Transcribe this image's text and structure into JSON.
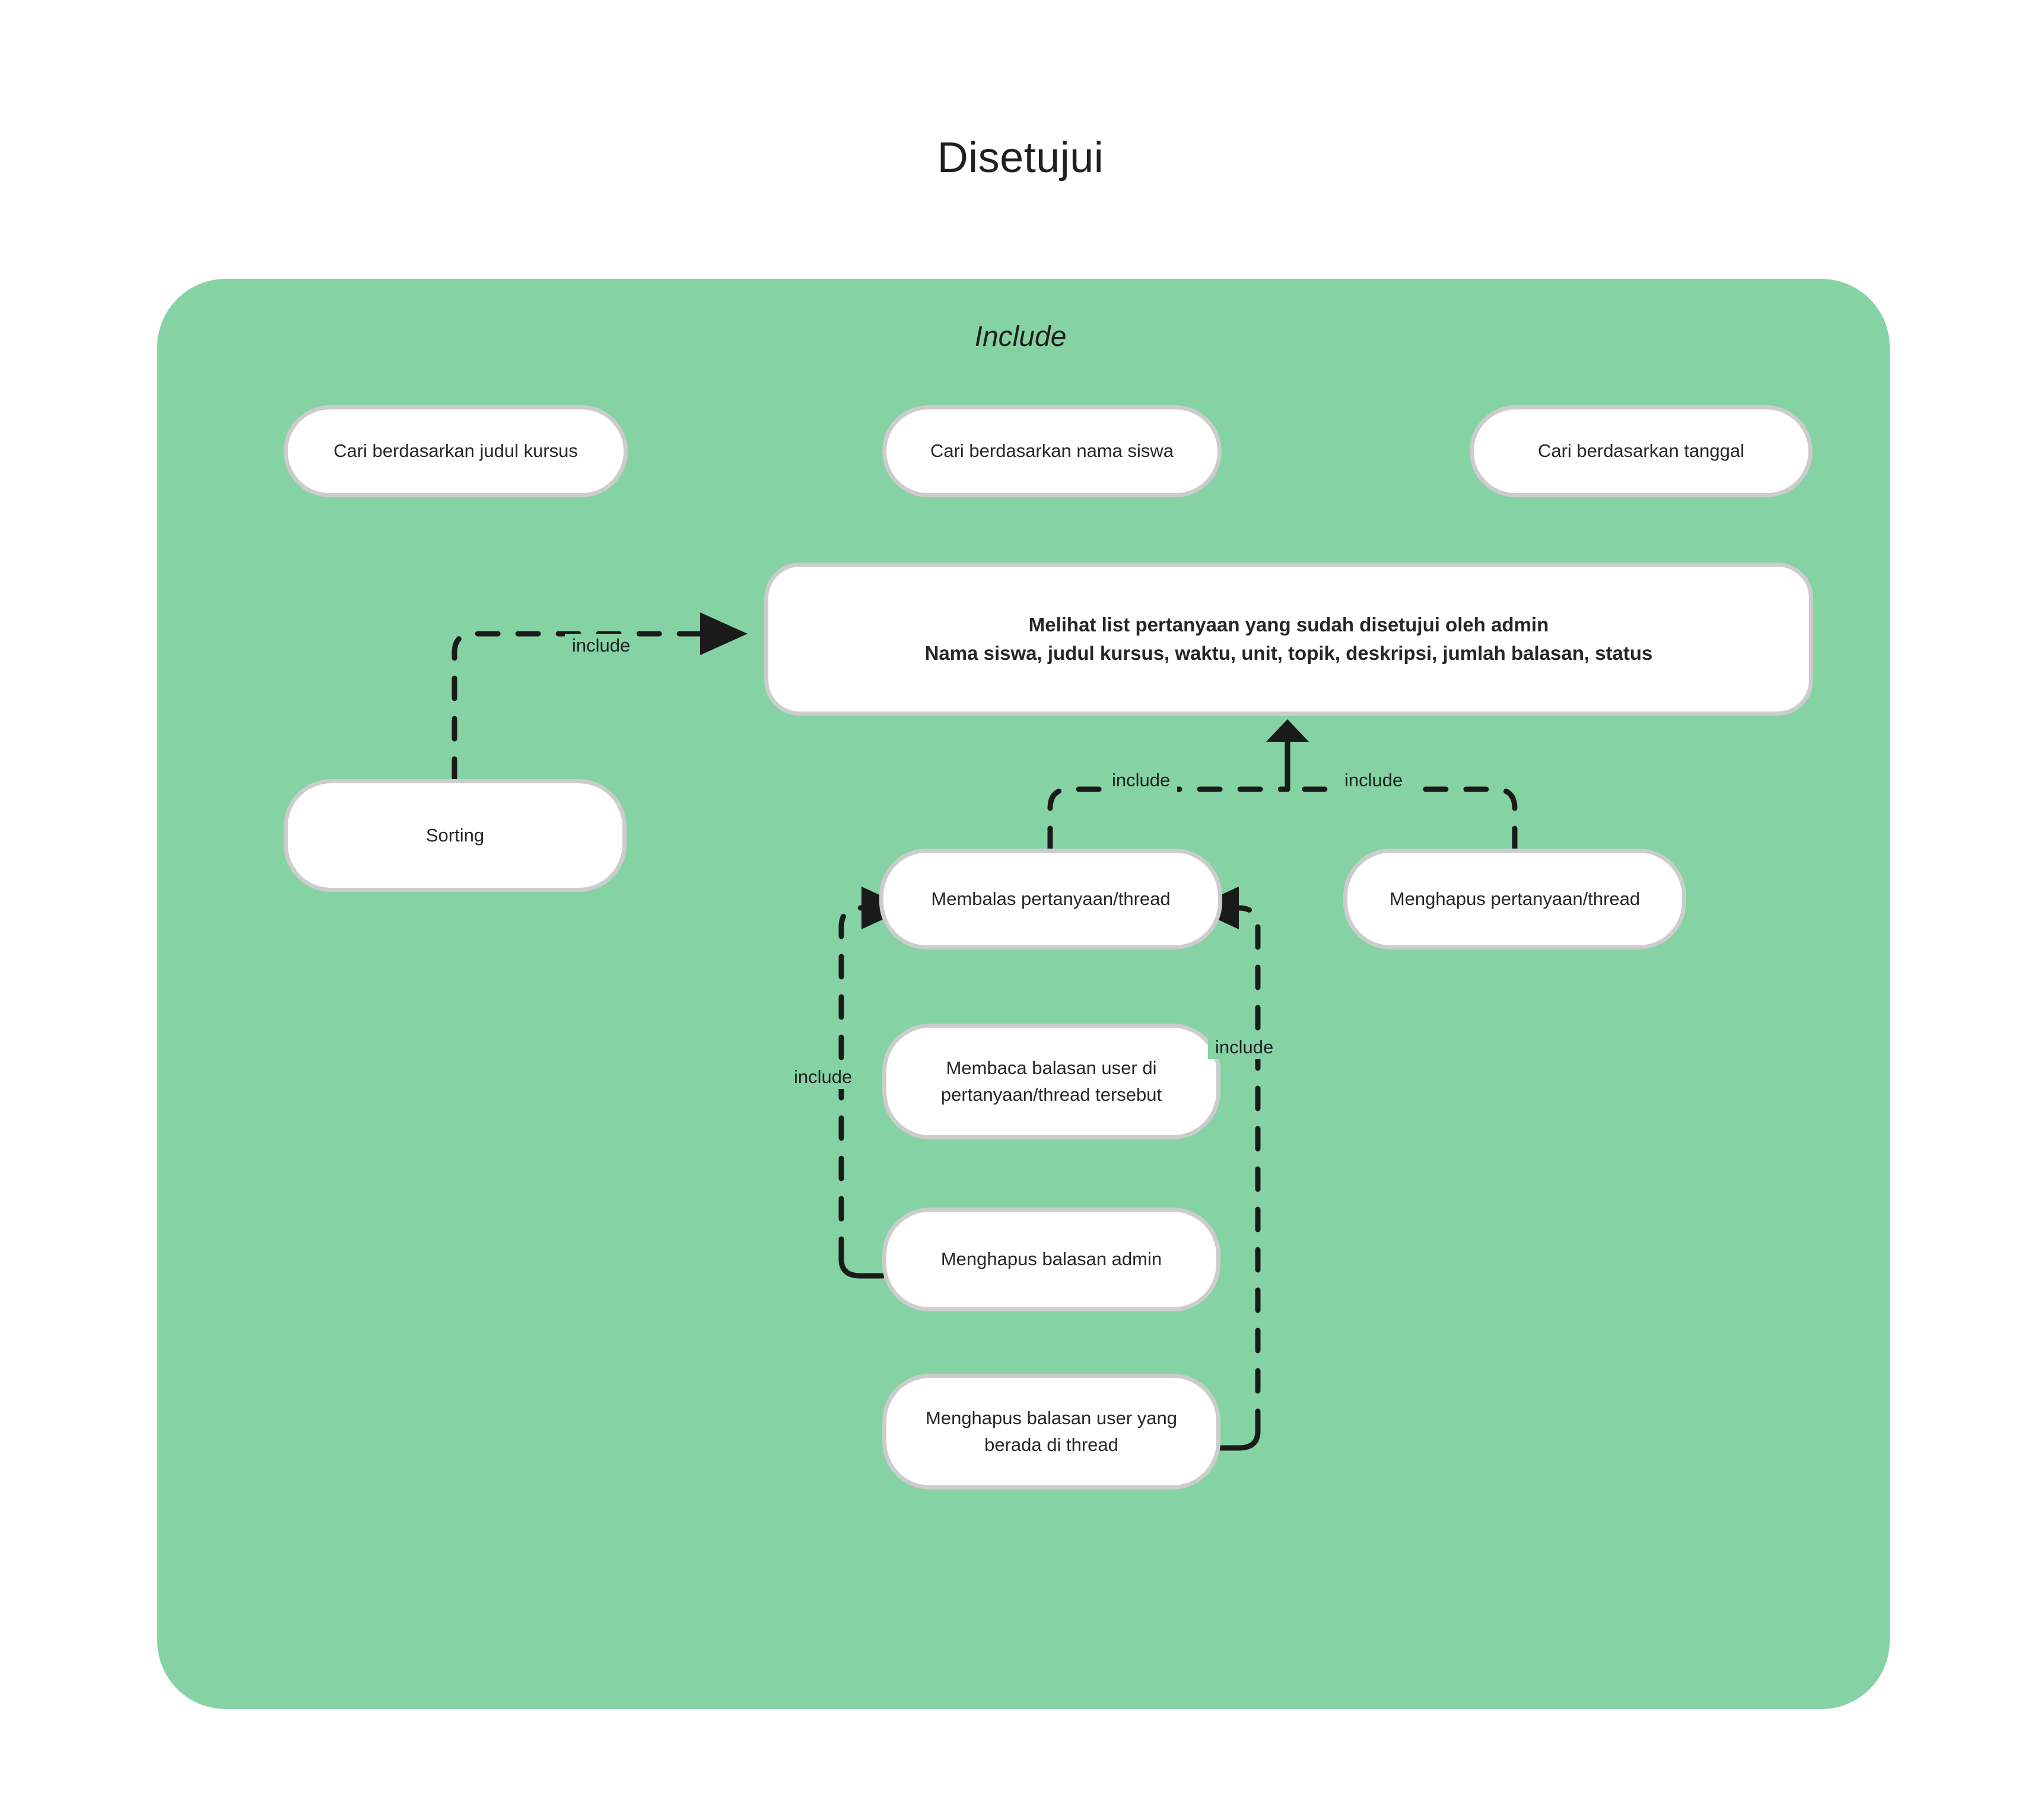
{
  "title": "Disetujui",
  "package": {
    "label": "Include",
    "background_color": "#85d3a4"
  },
  "colors": {
    "frame_green": "#85d3a4",
    "node_fill": "#ffffff",
    "node_border": "#cccccc",
    "connector": "#1a1a1a",
    "text": "#262626"
  },
  "usecases": {
    "search_by_course_title": "Cari berdasarkan judul kursus",
    "search_by_student_name": "Cari berdasarkan nama siswa",
    "search_by_date": "Cari berdasarkan tanggal",
    "main_list_line1": "Melihat list pertanyaan yang sudah disetujui oleh admin",
    "main_list_line2": "Nama siswa, judul kursus, waktu, unit, topik, deskripsi, jumlah balasan, status",
    "sorting": "Sorting",
    "reply_thread": "Membalas pertanyaan/thread",
    "delete_thread": "Menghapus pertanyaan/thread",
    "read_user_replies": "Membaca balasan user di pertanyaan/thread tersebut",
    "delete_admin_reply": "Menghapus balasan admin",
    "delete_user_reply": "Menghapus balasan user yang berada di thread"
  },
  "edges": {
    "sorting_to_main": "include",
    "reply_to_main": "include",
    "delete_thread_to_main": "include",
    "left_column_to_reply": "include",
    "right_column_to_reply": "include"
  }
}
